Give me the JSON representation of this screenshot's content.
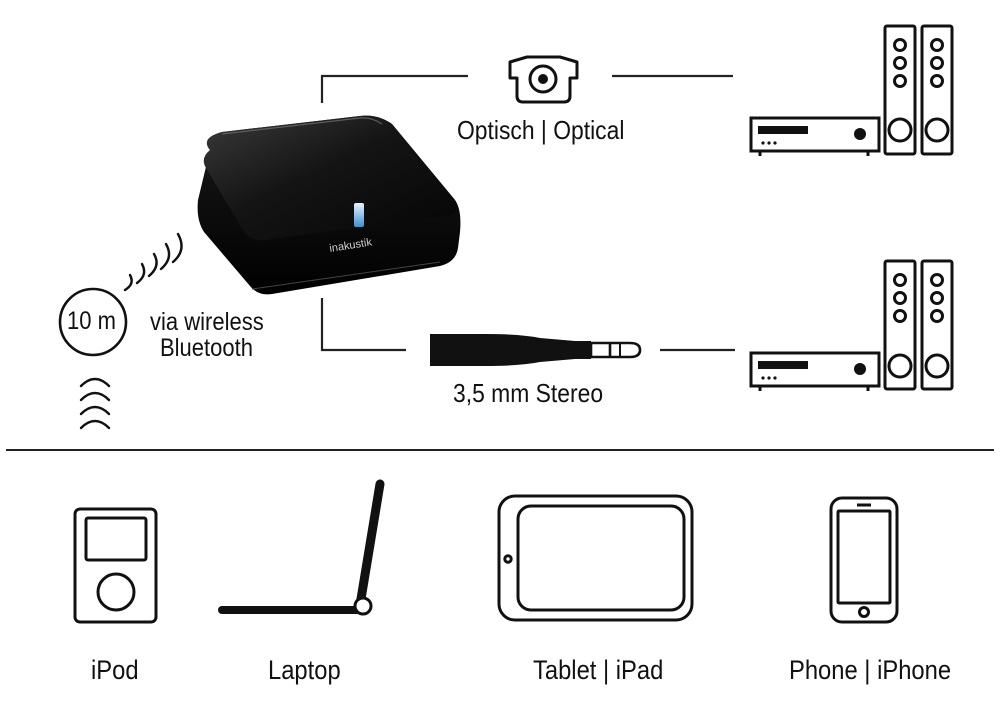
{
  "device": {
    "brand": "inakustik"
  },
  "outputs": {
    "optical": {
      "label": "Optisch | Optical"
    },
    "analog": {
      "label": "3,5 mm Stereo"
    }
  },
  "wireless": {
    "range": "10 m",
    "label_line1": "via wireless",
    "label_line2": "Bluetooth"
  },
  "sources": [
    {
      "label": "iPod"
    },
    {
      "label": "Laptop"
    },
    {
      "label": "Tablet | iPad"
    },
    {
      "label": "Phone | iPhone"
    }
  ]
}
